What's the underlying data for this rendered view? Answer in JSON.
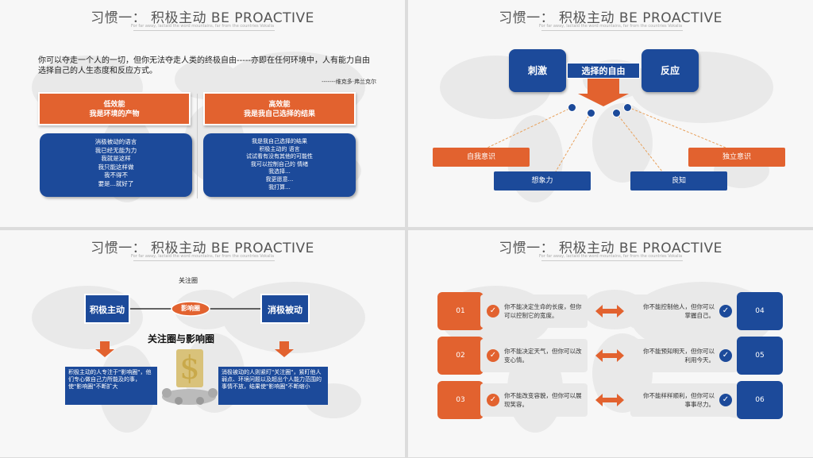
{
  "common": {
    "title": "习惯一： 积极主动  BE PROACTIVE",
    "subtitle": "For far away, lactaid the word mountains, far from the countries Vokalia"
  },
  "slide1": {
    "quote": "你可以夺走一个人的一切，但你无法夺走人类的终极自由-----亦即在任何环境中，人有能力自由选择自己的人生态度和反应方式。",
    "author": "-------维克多·弗兰克尔",
    "left_header_line1": "低效能",
    "left_header_line2": "我是环境的产物",
    "left_items": [
      "消极被动的语言",
      "我已经无能为力",
      "我就是这样",
      "我只能这样做",
      "我不得不",
      "要是...就好了"
    ],
    "right_header_line1": "高效能",
    "right_header_line2": "我是我自己选择的结果",
    "right_items": [
      "我是我自己选择的结果",
      "积极主动的 语言",
      "试试看有没有其他的可能性",
      "我可以控制自己的 情绪",
      "我选择...",
      "我更愿意...",
      "我打算..."
    ]
  },
  "slide2": {
    "stimulus": "刺激",
    "choice": "选择的自由",
    "response": "反应",
    "self_awareness": "自我意识",
    "imagination": "想象力",
    "conscience": "良知",
    "independent_will": "独立意识"
  },
  "slide3": {
    "concern_top": "关注圈",
    "proactive": "积极主动",
    "influence": "影响圈",
    "reactive": "消极被动",
    "heading": "关注圈与影响圈",
    "left_text": "积极主动的人专注于\"影响圈\"，他们专心做自己力所能及的事，使\"影响圈\"不断扩大",
    "right_text": "消极被动的人则紧盯\"关注圈\"，紧盯他人弱点、环境问题以及超出个人能力范围的事情不放，结果使\"影响圈\"不断缩小"
  },
  "slide4": {
    "rows": [
      {
        "left_num": "01",
        "left_text": "你不能决定生命的长度，但你可以控制它的宽度。",
        "right_text": "你不能控制他人，但你可以掌握自己。",
        "right_num": "04"
      },
      {
        "left_num": "02",
        "left_text": "你不能决定天气，但你可以改变心情。",
        "right_text": "你不能预知明天，但你可以利用今天。",
        "right_num": "05"
      },
      {
        "left_num": "03",
        "left_text": "你不能改变容貌，但你可以展现笑容。",
        "right_text": "你不能样样顺利，但你可以事事尽力。",
        "right_num": "06"
      }
    ]
  },
  "colors": {
    "blue": "#1c4a9a",
    "orange": "#e2622f"
  }
}
